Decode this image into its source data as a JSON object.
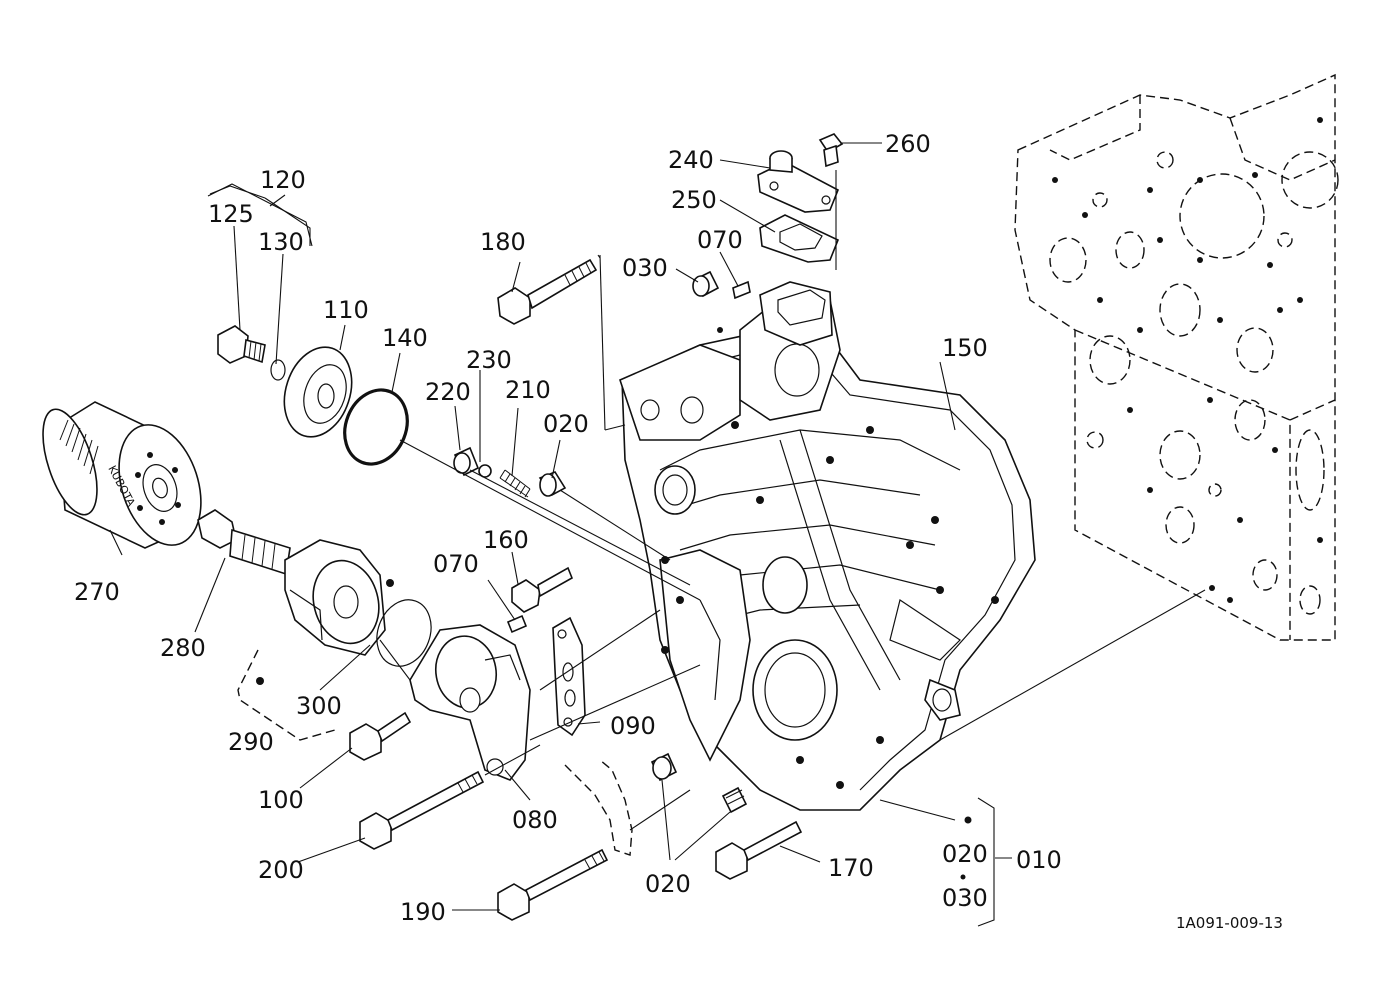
{
  "figure_ref": "1A091-009-13",
  "callouts": {
    "p010": "010",
    "p020_kit": "020",
    "p030_kit": "030",
    "p020_a": "020",
    "p020_b": "020",
    "p030": "030",
    "p070_a": "070",
    "p070_b": "070",
    "p080": "080",
    "p090": "090",
    "p100": "100",
    "p110": "110",
    "p120": "120",
    "p125": "125",
    "p130": "130",
    "p140": "140",
    "p150": "150",
    "p160": "160",
    "p170": "170",
    "p180": "180",
    "p190": "190",
    "p200": "200",
    "p210": "210",
    "p220": "220",
    "p230": "230",
    "p240": "240",
    "p250": "250",
    "p260": "260",
    "p270": "270",
    "p280": "280",
    "p290": "290",
    "p300": "300"
  },
  "filter_print": "KUBOTA"
}
